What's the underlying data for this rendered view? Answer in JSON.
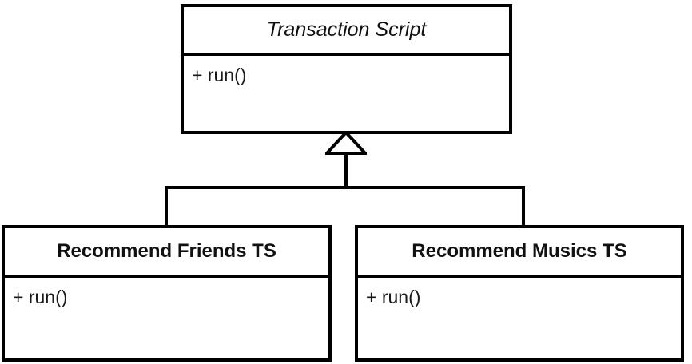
{
  "diagram": {
    "type": "uml-class-diagram",
    "relationship": "generalization",
    "line_color": "#000000",
    "background_color": "#ffffff",
    "parent": {
      "name": "Transaction Script",
      "stereotype": "abstract",
      "members": [
        "+ run()"
      ]
    },
    "children": [
      {
        "name": "Recommend Friends TS",
        "stereotype": "concrete",
        "members": [
          "+ run()"
        ]
      },
      {
        "name": "Recommend Musics TS",
        "stereotype": "concrete",
        "members": [
          "+ run()"
        ]
      }
    ]
  }
}
